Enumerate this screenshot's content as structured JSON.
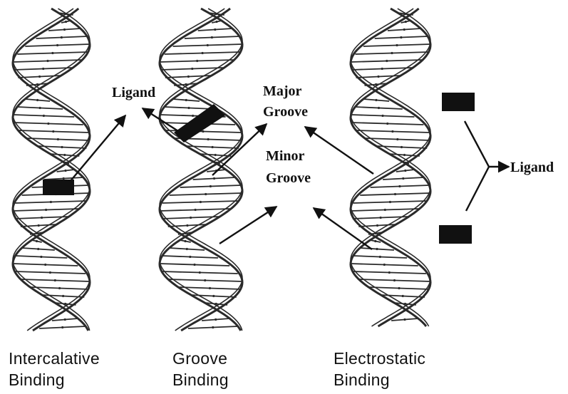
{
  "labels": {
    "ligand_left": "Ligand",
    "major_groove_line1": "Major",
    "major_groove_line2": "Groove",
    "minor_groove_line1": "Minor",
    "minor_groove_line2": "Groove",
    "ligand_right": "Ligand"
  },
  "captions": {
    "intercalative_line1": "Intercalative",
    "intercalative_line2": "Binding",
    "groove_line1": "Groove",
    "groove_line2": "Binding",
    "electrostatic_line1": "Electrostatic",
    "electrostatic_line2": "Binding"
  },
  "colors": {
    "ink": "#111111",
    "strand": "#2a2a2a"
  }
}
